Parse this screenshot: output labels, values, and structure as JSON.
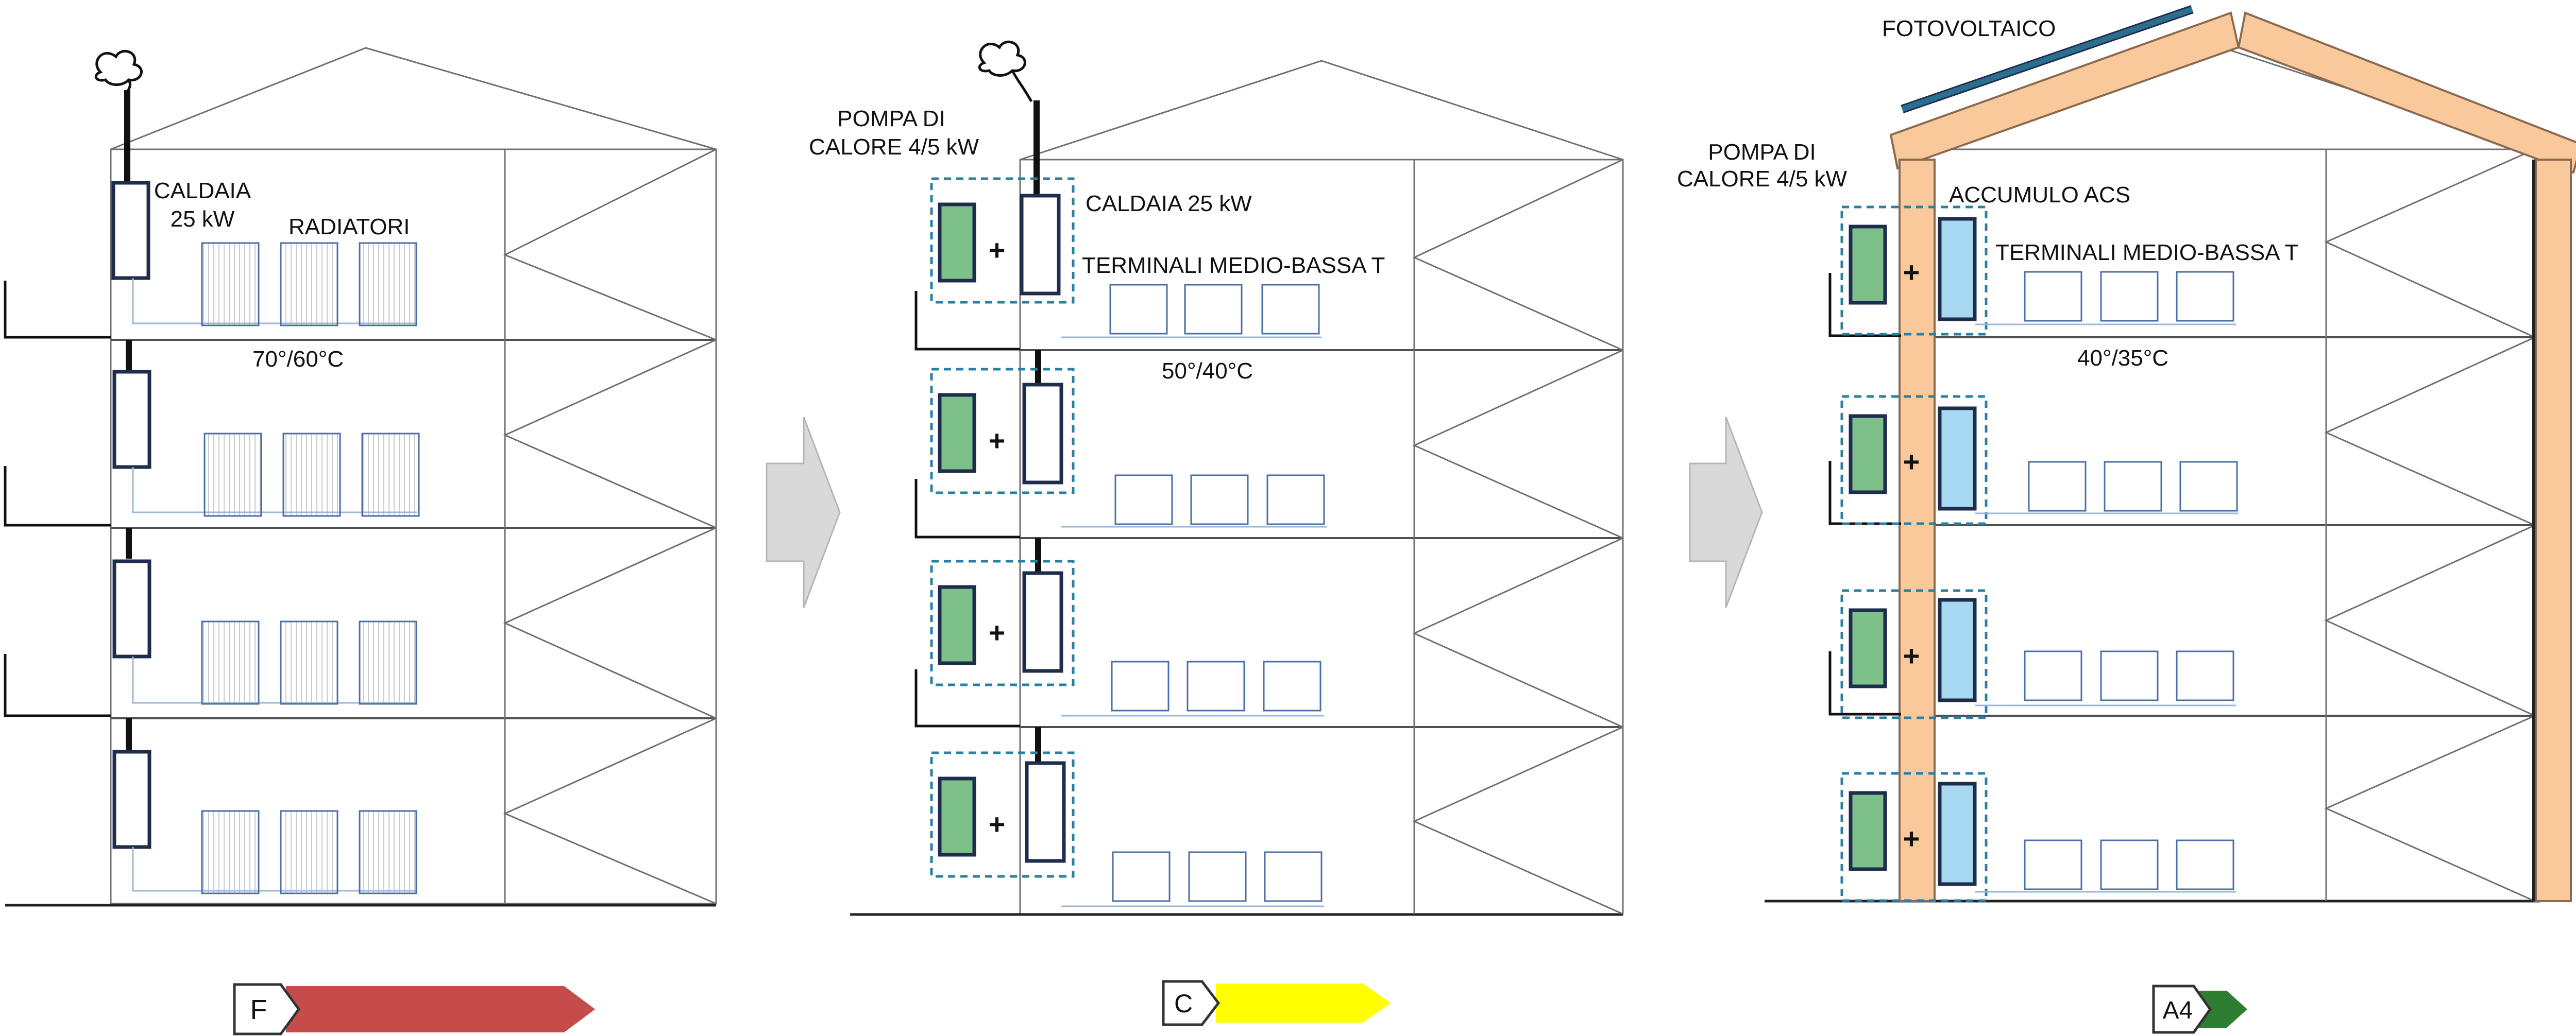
{
  "scenario_1": {
    "boiler_label_line1": "CALDAIA",
    "boiler_label_line2": "25 kW",
    "emitters_label": "RADIATORI",
    "temperature": "70°/60°C",
    "energy_class": "F"
  },
  "scenario_2": {
    "heat_pump_label_line1": "POMPA DI",
    "heat_pump_label_line2": "CALORE 4/5 kW",
    "boiler_label": "CALDAIA 25 kW",
    "emitters_label": "TERMINALI MEDIO-BASSA T",
    "temperature": "50°/40°C",
    "energy_class": "C"
  },
  "scenario_3": {
    "pv_label": "FOTOVOLTAICO",
    "heat_pump_label_line1": "POMPA DI",
    "heat_pump_label_line2": "CALORE 4/5 kW",
    "storage_label": "ACCUMULO ACS",
    "emitters_label": "TERMINALI MEDIO-BASSA T",
    "temperature": "40°/35°C",
    "energy_class": "A4"
  },
  "colors": {
    "heat_pump": "#7dc08a",
    "dhw_storage": "#a6d8f2",
    "insulation": "#f9c89b",
    "pv_panel": "#2c6e8f",
    "class_f": "#c64b4b",
    "class_c": "#ffff00",
    "class_a4": "#2e7d32",
    "arrow_fill": "#d9d9d9",
    "dashed_box": "#2a7fa3"
  },
  "icons": {
    "smoke": "smoke-cloud-icon",
    "transition": "right-arrow-icon",
    "plus": "plus-icon"
  }
}
